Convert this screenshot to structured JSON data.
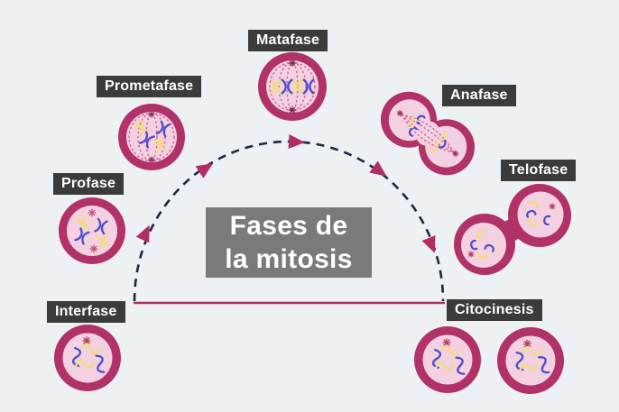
{
  "title": {
    "line1": "Fases de",
    "line2": "la mitosis"
  },
  "phases": [
    {
      "id": "interfase",
      "label": "Interfase"
    },
    {
      "id": "profase",
      "label": "Profase"
    },
    {
      "id": "prometafase",
      "label": "Prometafase"
    },
    {
      "id": "matafase",
      "label": "Matafase"
    },
    {
      "id": "anafase",
      "label": "Anafase"
    },
    {
      "id": "telofase",
      "label": "Telofase"
    },
    {
      "id": "citocinesis",
      "label": "Citocinesis"
    }
  ],
  "colors": {
    "background": "#edf1f4",
    "label_background": "#3b3b3b",
    "label_text": "#ffffff",
    "title_background": "#7a7a7a",
    "title_text": "#ffffff",
    "cell_ring": "#b03266",
    "cell_cytoplasm": "#f4d1e1",
    "chromosome_blue": "#4b4bcd",
    "chromosome_yellow": "#f0df78",
    "spindle_pink": "#cc6197",
    "centrosome_red": "#b23a63",
    "pole_star_maroon": "#7c2a49",
    "arc_dashed_navy": "#1b2642",
    "arrow_magenta": "#b12d62",
    "baseline_magenta": "#b12d62"
  }
}
